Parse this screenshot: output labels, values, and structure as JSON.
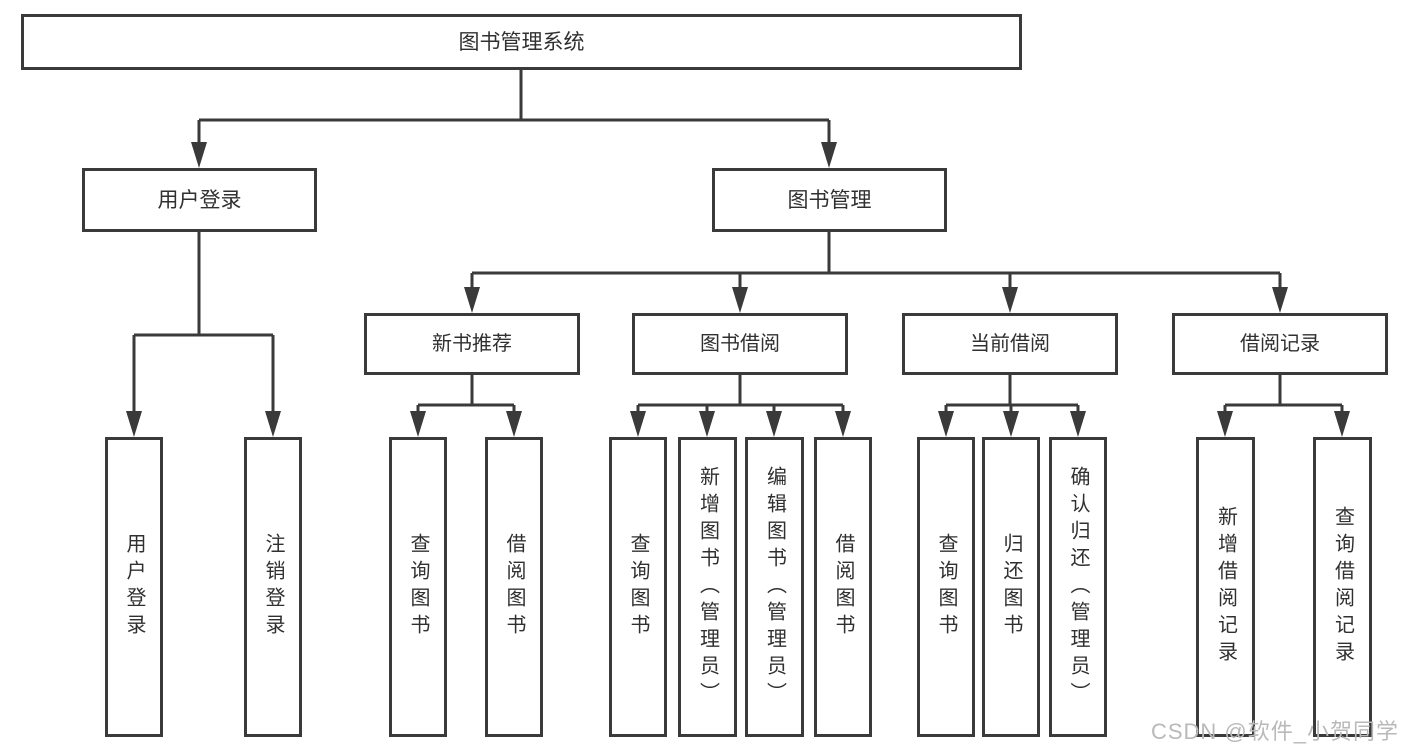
{
  "tree": {
    "root": "图书管理系统",
    "branches": [
      {
        "label": "用户登录",
        "children": [
          "用户登录",
          "注销登录"
        ]
      },
      {
        "label": "图书管理",
        "children": [
          {
            "label": "新书推荐",
            "children": [
              "查询图书",
              "借阅图书"
            ]
          },
          {
            "label": "图书借阅",
            "children": [
              "查询图书",
              "新增图书（管理员）",
              "编辑图书（管理员）",
              "借阅图书"
            ]
          },
          {
            "label": "当前借阅",
            "children": [
              "查询图书",
              "归还图书",
              "确认归还（管理员）"
            ]
          },
          {
            "label": "借阅记录",
            "children": [
              "新增借阅记录",
              "查询借阅记录"
            ]
          }
        ]
      }
    ]
  },
  "watermark": "CSDN @软件_小贺同学",
  "colors": {
    "line": "#3a3a3a",
    "box_border": "#3a3a3a",
    "text": "#303030",
    "watermark": "#b9b9b9",
    "background": "#ffffff"
  }
}
